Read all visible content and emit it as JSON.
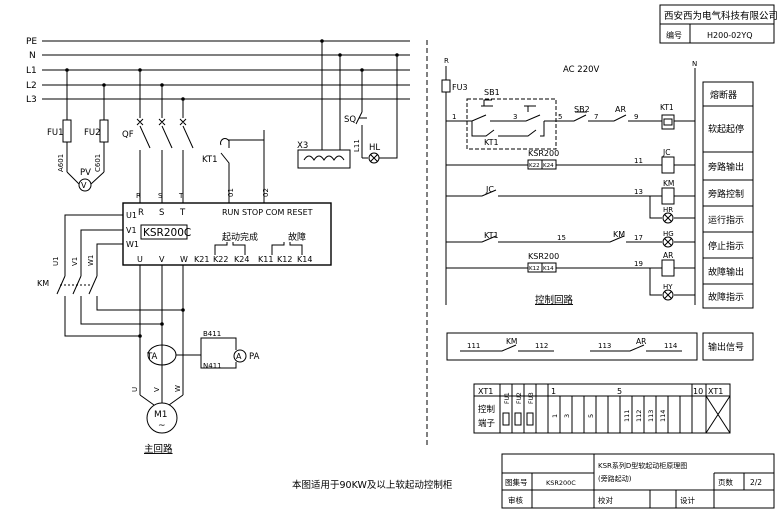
{
  "title_block": {
    "company": "西安西为电气科技有限公司",
    "number_label": "编号",
    "number_value": "H200-02YQ",
    "drawing_no_label": "图集号",
    "drawing_no_value": "KSR200C",
    "title_line1": "KSR系列D型软起动柜原理图",
    "title_line2": "(旁路起动)",
    "page_label": "页数",
    "page_value": "2/2",
    "review_label": "审核",
    "proofread_label": "校对",
    "design_label": "设计"
  },
  "buses": {
    "pe": "PE",
    "n": "N",
    "l1": "L1",
    "l2": "L2",
    "l3": "L3"
  },
  "main_circuit": {
    "fuses": [
      "FU1",
      "FU2"
    ],
    "fuse_wires": [
      "A601",
      "C601"
    ],
    "voltmeter": "PV",
    "voltmeter_symbol": "V",
    "breaker": "QF",
    "timer_contact": "KT1",
    "terminal_block": "X3",
    "switch": "SQ",
    "switch_wire": "L11",
    "lamp": "HL",
    "contactor": "KM",
    "mains_terms": [
      "R",
      "S",
      "T"
    ],
    "out_terms_left": [
      "U1",
      "V1",
      "W1"
    ],
    "out_terms_bottom": [
      "U",
      "V",
      "W"
    ],
    "bypass_wires": [
      "U1",
      "V1",
      "W1"
    ],
    "ct": "TA",
    "ct_wires": [
      "B411",
      "N411"
    ],
    "ammeter": "PA",
    "ammeter_symbol": "A",
    "motor_wires": [
      "U",
      "V",
      "W"
    ],
    "motor": "M1",
    "motor_symbol": "~",
    "label": "主回路"
  },
  "soft_starter": {
    "model": "KSR200C",
    "wires": [
      "01",
      "02"
    ],
    "control_terms": "RUN STOP COM RESET",
    "start_done": "起动完成",
    "fault": "故障",
    "bottom_terms": [
      "K21",
      "K22",
      "K24",
      "K11",
      "K12",
      "K14"
    ]
  },
  "control_circuit": {
    "r_label": "R",
    "n_label": "N",
    "fuse": "FU3",
    "supply": "AC 220V",
    "sb1": "SB1",
    "sb2": "SB2",
    "kt1_contact": "KT1",
    "ar_contact": "AR",
    "ksr_label": "KSR200",
    "ksr_terms_a": [
      "K22",
      "K24"
    ],
    "ksr_terms_b": [
      "K12",
      "K14"
    ],
    "jc_contact": "JC",
    "km_contact": "KM",
    "wire_numbers": [
      "1",
      "3",
      "5",
      "7",
      "9",
      "11",
      "13",
      "15",
      "17",
      "19"
    ],
    "coils": [
      "KT1",
      "JC",
      "KM",
      "HR",
      "HG",
      "AR",
      "HY"
    ],
    "label": "控制回路"
  },
  "function_labels": [
    "熔断器",
    "软起起停",
    "旁路输出",
    "旁路控制",
    "运行指示",
    "停止指示",
    "故障输出",
    "故障指示"
  ],
  "signal_output": {
    "wires": [
      "111",
      "112",
      "113",
      "114"
    ],
    "contacts": [
      "KM",
      "AR"
    ],
    "label": "输出信号"
  },
  "terminal_table": {
    "name": "XT1",
    "row_label": [
      "控制",
      "端子"
    ],
    "fuse_cells": [
      "FU1",
      "FU2",
      "FU3"
    ],
    "numbers_top": [
      "1",
      "5",
      "10"
    ],
    "numbers_bottom": [
      "1",
      "3",
      "5",
      "111",
      "112",
      "113",
      "114"
    ],
    "end_label": "XT1"
  },
  "footnote": "本图适用于90KW及以上软起动控制柜"
}
